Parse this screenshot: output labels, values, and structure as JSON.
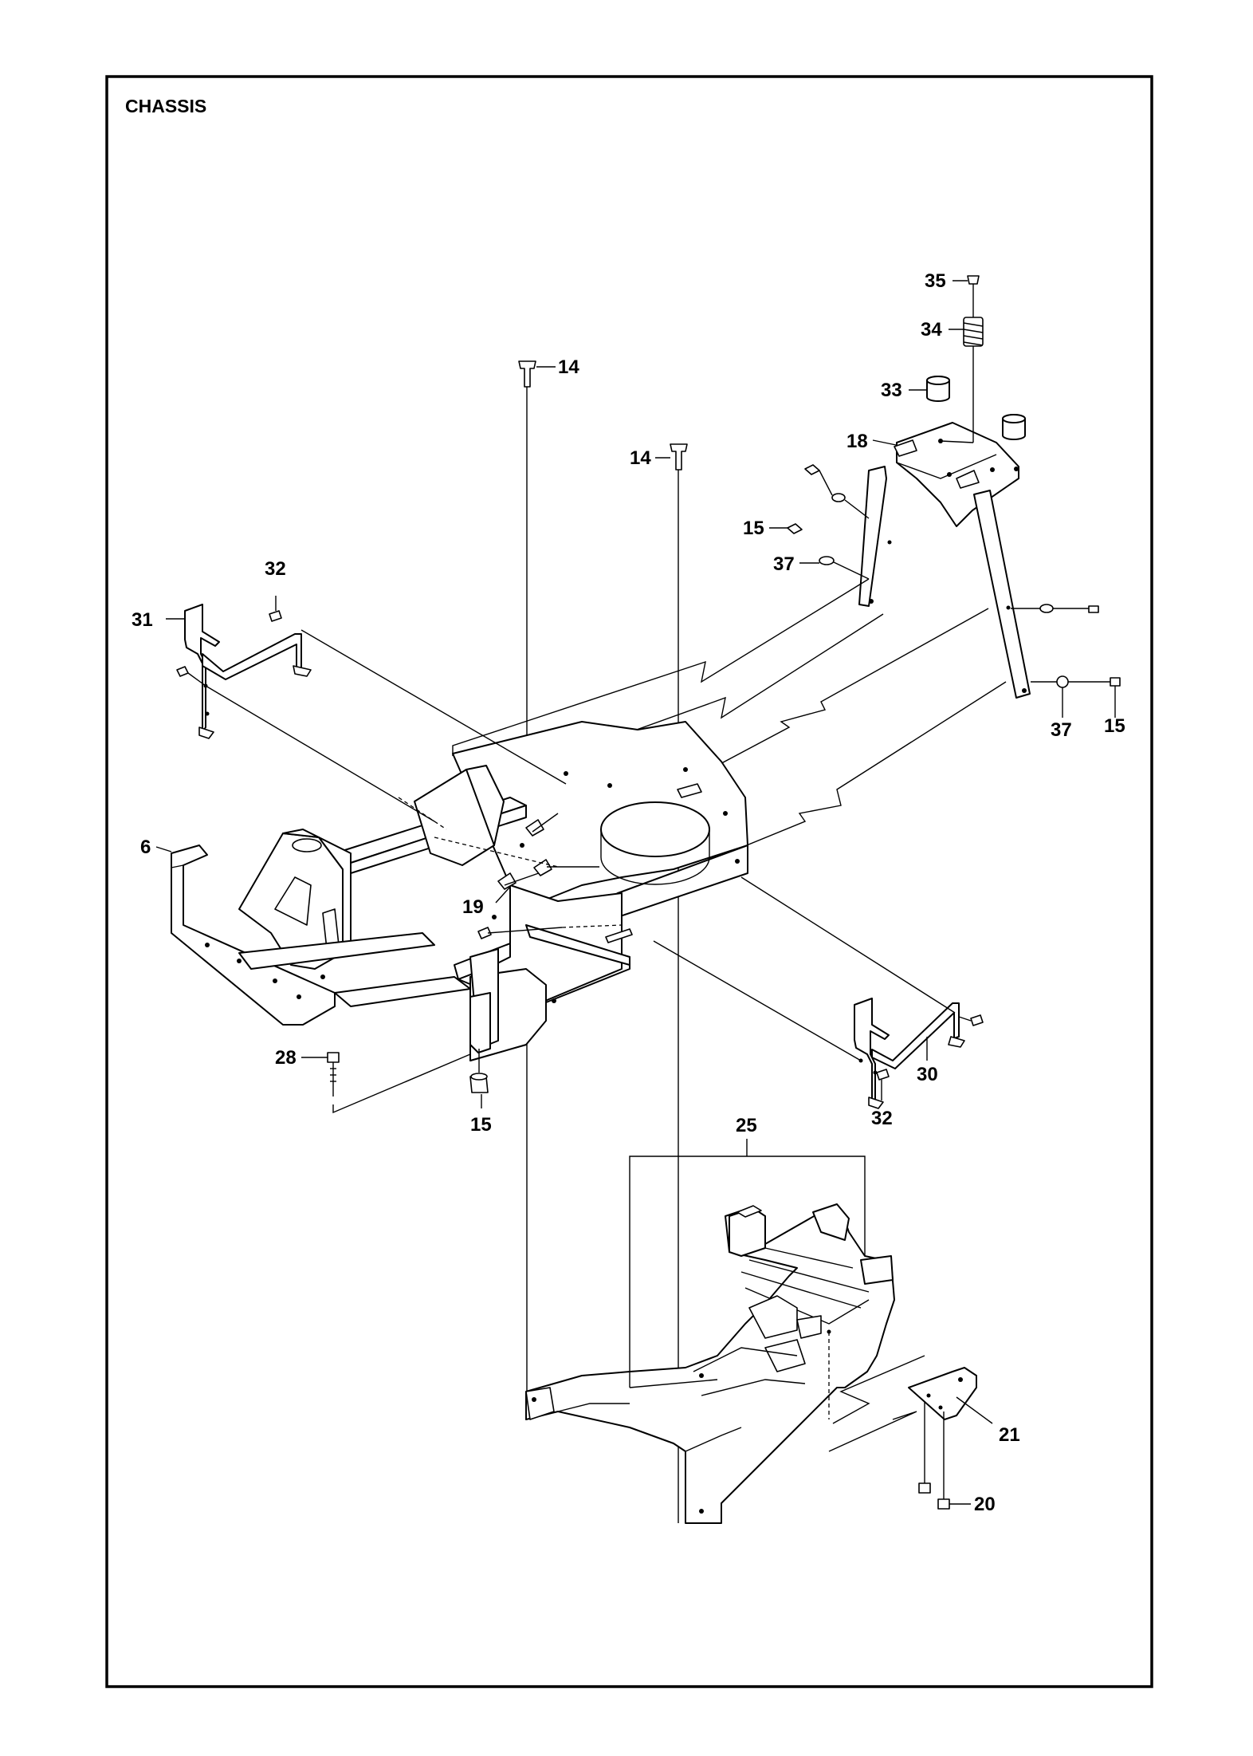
{
  "title": "CHASSIS",
  "callouts": {
    "c35": "35",
    "c34": "34",
    "c33": "33",
    "c18": "18",
    "c14_left": "14",
    "c14_right": "14",
    "c15_upper": "15",
    "c37_upper": "37",
    "c37_right": "37",
    "c15_right": "15",
    "c32_top": "32",
    "c31": "31",
    "c6": "6",
    "c19": "19",
    "c28": "28",
    "c15_lower": "15",
    "c30": "30",
    "c32_bottom": "32",
    "c25": "25",
    "c21": "21",
    "c20": "20"
  }
}
